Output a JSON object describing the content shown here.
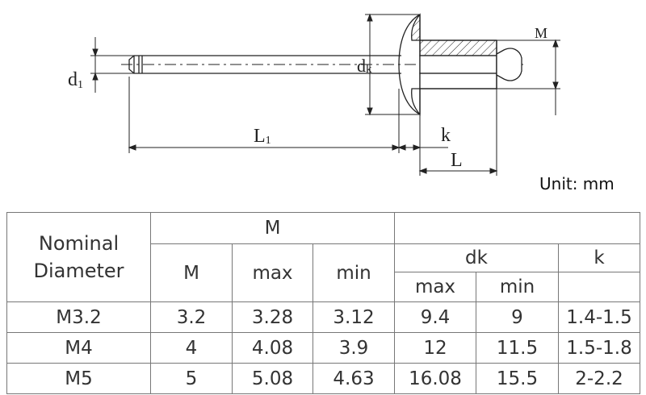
{
  "diagram": {
    "labels": {
      "d1": "d",
      "d1_sub": "1",
      "dk": "d",
      "dk_sub": "k",
      "m": "M",
      "l1": "L",
      "l1_sub": "1",
      "k": "k",
      "l": "L"
    }
  },
  "unit_label": "Unit: mm",
  "table": {
    "nominal_header": "Nominal Diameter",
    "group_m": "M",
    "group_dk": "dk",
    "group_k": "k",
    "sub_m": "M",
    "sub_max": "max",
    "sub_min": "min",
    "sub_dk_max": "max",
    "sub_dk_min": "min",
    "rows": [
      {
        "nominal": "M3.2",
        "m": "3.2",
        "max": "3.28",
        "min": "3.12",
        "dk_max": "9.4",
        "dk_min": "9",
        "k": "1.4-1.5"
      },
      {
        "nominal": "M4",
        "m": "4",
        "max": "4.08",
        "min": "3.9",
        "dk_max": "12",
        "dk_min": "11.5",
        "k": "1.5-1.8"
      },
      {
        "nominal": "M5",
        "m": "5",
        "max": "5.08",
        "min": "4.63",
        "dk_max": "16.08",
        "dk_min": "15.5",
        "k": "2-2.2"
      }
    ]
  }
}
